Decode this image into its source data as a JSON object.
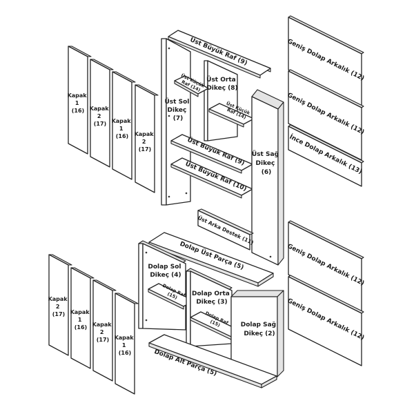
{
  "upper_doors": [
    {
      "name": "Kapak",
      "num": "1",
      "code": "(16)"
    },
    {
      "name": "Kapak",
      "num": "2",
      "code": "(17)"
    },
    {
      "name": "Kapak",
      "num": "1",
      "code": "(16)"
    },
    {
      "name": "Kapak",
      "num": "2",
      "code": "(17)"
    }
  ],
  "lower_doors": [
    {
      "name": "Kapak",
      "num": "2",
      "code": "(17)"
    },
    {
      "name": "Kapak",
      "num": "1",
      "code": "(16)"
    },
    {
      "name": "Kapak",
      "num": "2",
      "code": "(17)"
    },
    {
      "name": "Kapak",
      "num": "1",
      "code": "(16)"
    }
  ],
  "upper_unit": {
    "top_shelf": "Üst Büyük Raf (9)",
    "left_upright": [
      "Üst Sol",
      "Dikeç",
      "(7)"
    ],
    "middle_upright": [
      "Üst Orta",
      "Dikeç (8)"
    ],
    "small_shelf_left": [
      "Üst Küçük",
      "Raf (14)"
    ],
    "small_shelf_right": [
      "Üst Küçük",
      "Raf (14)"
    ],
    "right_upright": [
      "Üst Sağ",
      "Dikeç",
      "(6)"
    ],
    "big_shelf_mid": "Üst Büyük Raf (9)",
    "big_shelf_bottom": "Üst Büyük Raf (10)",
    "back_support": "Üst Arka Destek (11)"
  },
  "lower_unit": {
    "top_part": "Dolap Üst Parça (5)",
    "left_upright": [
      "Dolap Sol",
      "Dikeç (4)"
    ],
    "middle_upright": [
      "Dolap Orta",
      "Dikeç (3)"
    ],
    "shelf_left": [
      "Dolap Raf",
      "(15)"
    ],
    "shelf_right": [
      "Dolap Raf",
      "(15)"
    ],
    "right_upright": [
      "Dolap Sağ",
      "Dikeç (2)"
    ],
    "bottom_part": "Dolap Alt Parça (5)"
  },
  "back_panels": [
    "Geniş Dolap Arkalık (12)",
    "Geniş Dolap Arkalık (12)",
    "İnce Dolap Arkalık (13)",
    "Geniş Dolap Arkalık (12)",
    "Geniş Dolap Arkalık (12)"
  ]
}
